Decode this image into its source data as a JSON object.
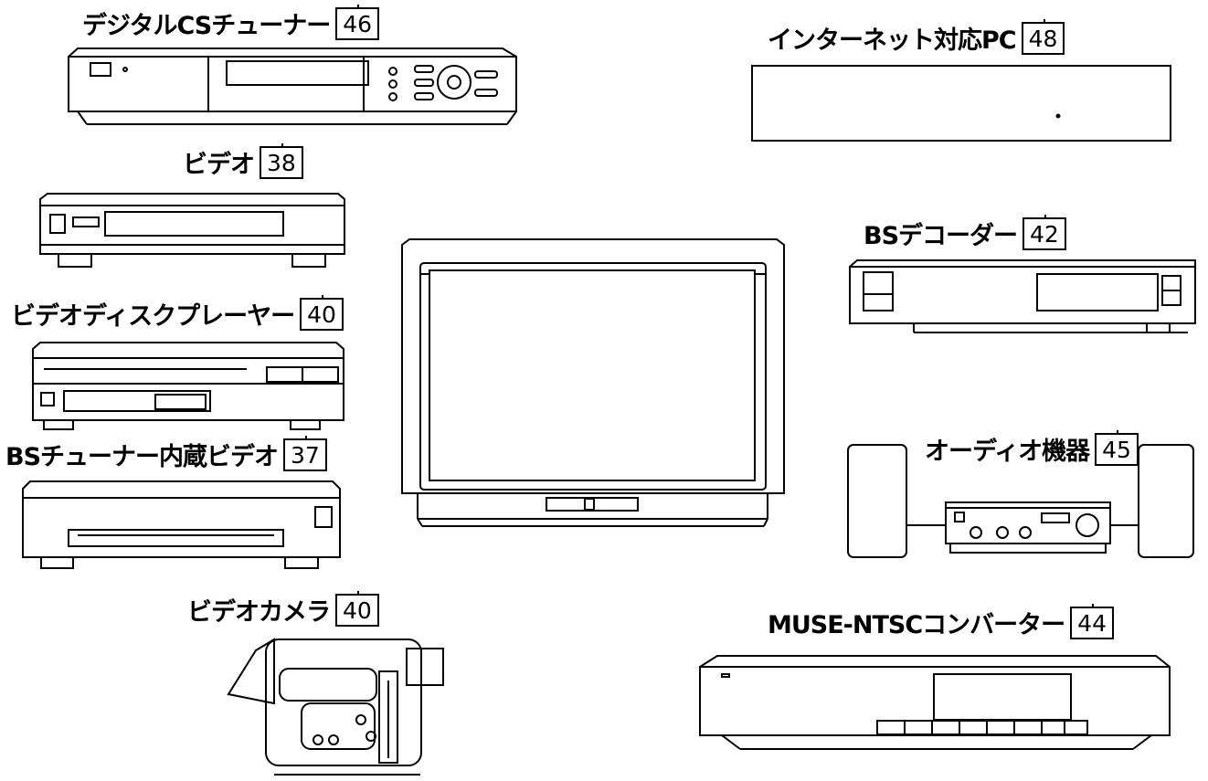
{
  "devices": [
    {
      "name": "デジタルCSチューナー",
      "page": "46"
    },
    {
      "name": "インターネット対応PC",
      "page": "48"
    },
    {
      "name": "ビデオ",
      "page": "38"
    },
    {
      "name": "BSデコーダー",
      "page": "42"
    },
    {
      "name": "ビデオディスクプレーヤー",
      "page": "40"
    },
    {
      "name": "BSチューナー内蔵ビデオ",
      "page": "37"
    },
    {
      "name": "オーディオ機器",
      "page": "45"
    },
    {
      "name": "ビデオカメラ",
      "page": "40"
    },
    {
      "name": "MUSE-NTSCコンバーター",
      "page": "44"
    }
  ]
}
